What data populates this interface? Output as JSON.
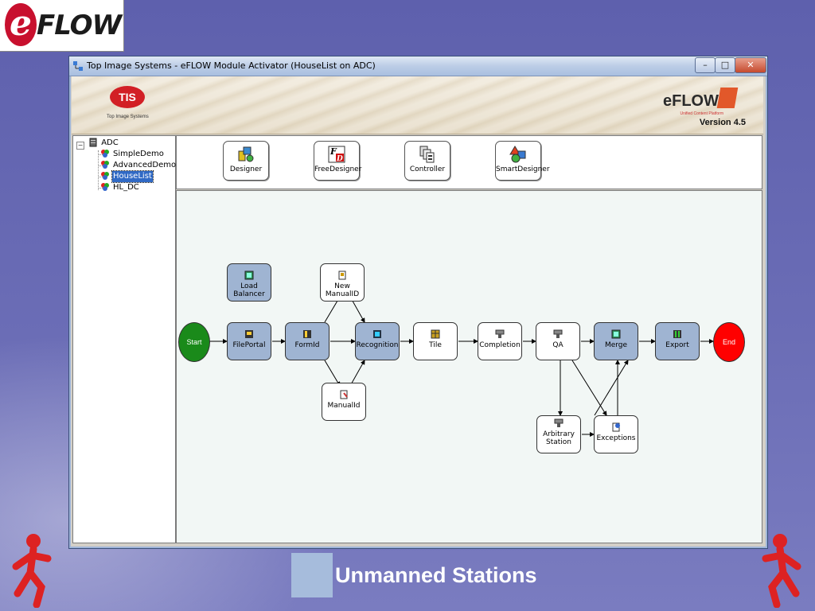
{
  "slide": {
    "logo_text": "FLOW",
    "logo_letter": "e",
    "caption": "Unmanned Stations"
  },
  "window": {
    "title": "Top Image Systems - eFLOW Module Activator (HouseList on ADC)",
    "controls": {
      "minimize": "–",
      "maximize": "□",
      "close": "✕"
    },
    "banner": {
      "tis_logo": "TIS",
      "tis_sub": "Top Image Systems",
      "product": "eFLOW",
      "product_sub": "Unified Content Platform",
      "version": "Version 4.5"
    }
  },
  "tree": {
    "root": "ADC",
    "expander": "−",
    "items": [
      {
        "label": "SimpleDemo",
        "selected": false
      },
      {
        "label": "AdvancedDemo",
        "selected": false
      },
      {
        "label": "HouseList",
        "selected": true
      },
      {
        "label": "HL_DC",
        "selected": false
      }
    ]
  },
  "toolbar": {
    "buttons": [
      {
        "label": "Designer",
        "icon": "designer-icon"
      },
      {
        "label": "FreeDesigner",
        "icon": "free-designer-icon"
      },
      {
        "label": "Controller",
        "icon": "controller-icon"
      },
      {
        "label": "SmartDesigner",
        "icon": "smart-designer-icon"
      }
    ]
  },
  "workflow": {
    "start": "Start",
    "end": "End",
    "colors": {
      "auto": "#9fb4d2",
      "manual": "#ffffff",
      "start": "#1a8a1a",
      "end": "#ff0000"
    },
    "nodes": {
      "load_balancer": "Load Balancer",
      "file_portal": "FilePortal",
      "form_id": "FormId",
      "new_manual_id": "New ManualID",
      "manual_id": "ManualId",
      "recognition": "Recognition",
      "tile": "Tile",
      "completion": "Completion",
      "qa": "QA",
      "merge": "Merge",
      "export": "Export",
      "arbitrary_station_1": "Arbitrary",
      "arbitrary_station_2": "Station",
      "exceptions": "Exceptions"
    }
  }
}
